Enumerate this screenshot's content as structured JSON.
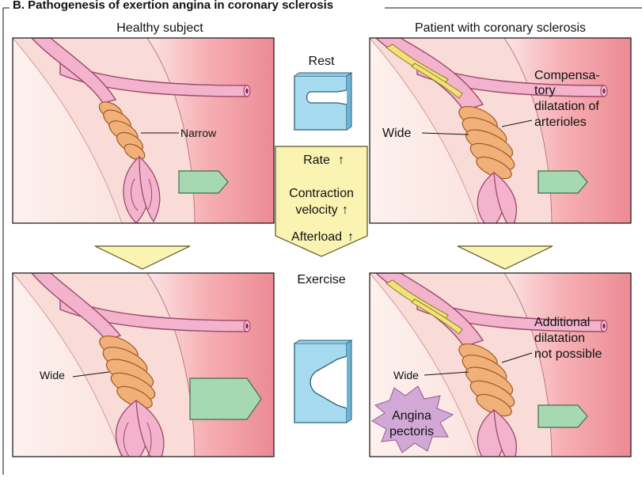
{
  "title": "B. Pathogenesis of exertion angina in coronary sclerosis",
  "columns": {
    "healthy": "Healthy subject",
    "patient": "Patient with coronary sclerosis"
  },
  "center": {
    "rest": "Rest",
    "exercise": "Exercise",
    "rate": "Rate",
    "contraction_1": "Contraction",
    "contraction_2": "velocity",
    "afterload": "Afterload",
    "arrow_up": "↑"
  },
  "labels": {
    "narrow": "Narrow",
    "wide_healthy_exercise": "Wide",
    "wide_patient_rest": "Wide",
    "wide_patient_exercise": "Wide",
    "compensatory_1": "Compensa-",
    "compensatory_2": "tory",
    "compensatory_3": "dilatation of",
    "compensatory_4": "arterioles",
    "additional_1": "Additional",
    "additional_2": "dilatation",
    "additional_3": "not possible",
    "angina_1": "Angina",
    "angina_2": "pectoris"
  },
  "colors": {
    "vessel": "#f3b3cc",
    "vessel_edge": "#9a4a6a",
    "heart": "#f3a0a6",
    "tissue": "#f8d6d2",
    "ring": "#f0b078",
    "ring_edge": "#9a5a24",
    "plaque": "#f2e27a",
    "green": "#a6d8b2",
    "blue": "#a7dcf0",
    "yellow": "#fbf3b2",
    "burst": "#d2a8d6"
  }
}
